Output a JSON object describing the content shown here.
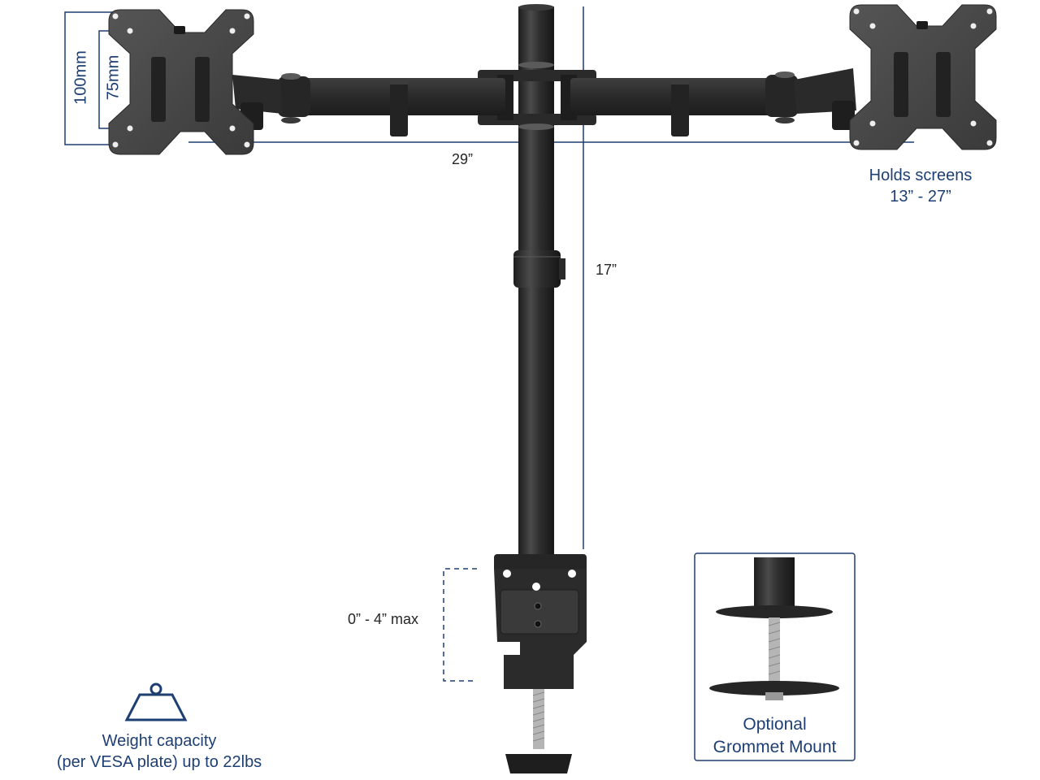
{
  "dimensions": {
    "vesa_outer": "100mm",
    "vesa_inner": "75mm",
    "arm_span": "29”",
    "pole_height": "17”",
    "clamp_range": "0” - 4” max"
  },
  "screens": {
    "line1": "Holds screens",
    "line2": "13” - 27”"
  },
  "weight": {
    "line1": "Weight capacity",
    "line2": "(per VESA plate) up to 22lbs",
    "icon": "weight-icon"
  },
  "grommet": {
    "line1": "Optional",
    "line2": "Grommet Mount"
  },
  "colors": {
    "annotation": "#1e3f73",
    "metal": "#2c2c2c",
    "metal_light": "#4a4a4a",
    "text_dark": "#262626"
  }
}
